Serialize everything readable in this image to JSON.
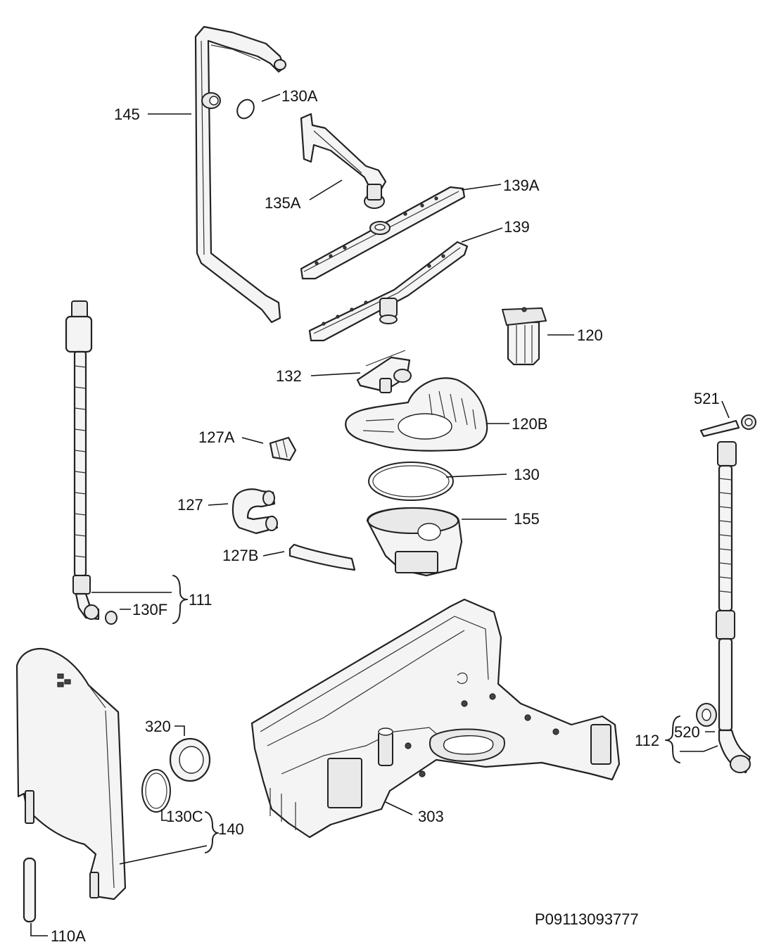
{
  "drawing_id": "P09113093777",
  "labels": {
    "p145": "145",
    "p130A": "130A",
    "p135A": "135A",
    "p139A": "139A",
    "p139": "139",
    "p120": "120",
    "p132": "132",
    "p120B": "120B",
    "p127A": "127A",
    "p130": "130",
    "p127": "127",
    "p155": "155",
    "p127B": "127B",
    "p111": "111",
    "p130F": "130F",
    "p521": "521",
    "p112": "112",
    "p520": "520",
    "p320": "320",
    "p130C": "130C",
    "p140": "140",
    "p303": "303",
    "p110A": "110A"
  },
  "colors": {
    "ink": "#222222",
    "paper": "#ffffff"
  }
}
